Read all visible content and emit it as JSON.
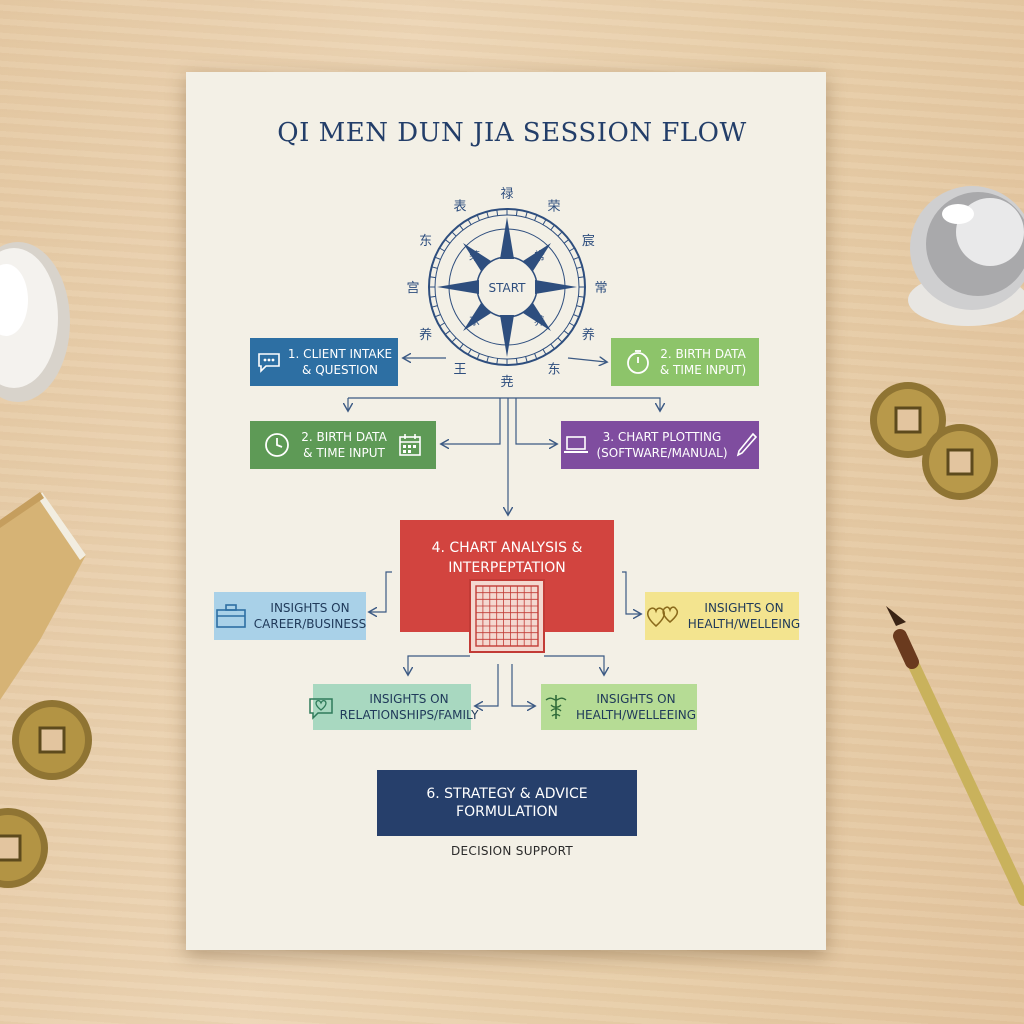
{
  "title": "QI MEN DUN JIA SESSION FLOW",
  "compass": {
    "center_label": "START",
    "glyphs": [
      "禄",
      "荣",
      "宸",
      "常",
      "养",
      "东",
      "尭",
      "王",
      "养",
      "宫",
      "东",
      "表"
    ]
  },
  "steps": {
    "client_intake": {
      "label": "1. CLIENT INTAKE\n& QUESTION",
      "color": "#2d6fa3",
      "icon": "chat-bubble-icon"
    },
    "birth_data_right": {
      "label": "2. BIRTH DATA\n& TIME INPUT)",
      "color": "#8dc46a",
      "icon": "stopwatch-icon"
    },
    "birth_data_left": {
      "label": "2. BIRTH DATA\n& TIME INPUT",
      "color": "#5e9a56",
      "icon": "clock-icon",
      "icon2": "calendar-icon"
    },
    "chart_plotting": {
      "label": "3. CHART PLOTTING\n(SOFTWARE/MANUAL)",
      "color": "#7f4d9f",
      "icon": "laptop-icon",
      "icon2": "pen-icon"
    },
    "chart_analysis": {
      "label": "4. CHART ANALYSIS &\nINTERPEPTATION",
      "color": "#d2443f",
      "icon": "grid-chart-icon"
    },
    "career": {
      "label": "INSIGHTS ON\nCAREER/BUSINESS",
      "color": "#a9d1e8",
      "icon": "briefcase-icon"
    },
    "health_right": {
      "label": "INSIGHTS ON\nHEALTH/WELLEING",
      "color": "#f3e48f",
      "icon": "hearts-icon"
    },
    "relationships": {
      "label": "INSIGHTS ON\nRELATIONSHIPS/FAMILY",
      "color": "#a8d8c0",
      "icon": "heart-chat-icon"
    },
    "health_bottom": {
      "label": "INSIGHTS ON\nHEALTH/WELLEEING",
      "color": "#b6dc95",
      "icon": "caduceus-icon"
    },
    "strategy": {
      "label": "6. STRATEGY & ADVICE\nFORMULATION",
      "color": "#263f6b"
    }
  },
  "caption": "DECISION SUPPORT",
  "colors": {
    "line": "#3c5a84",
    "paper": "#f3f0e6",
    "title": "#233e69"
  }
}
